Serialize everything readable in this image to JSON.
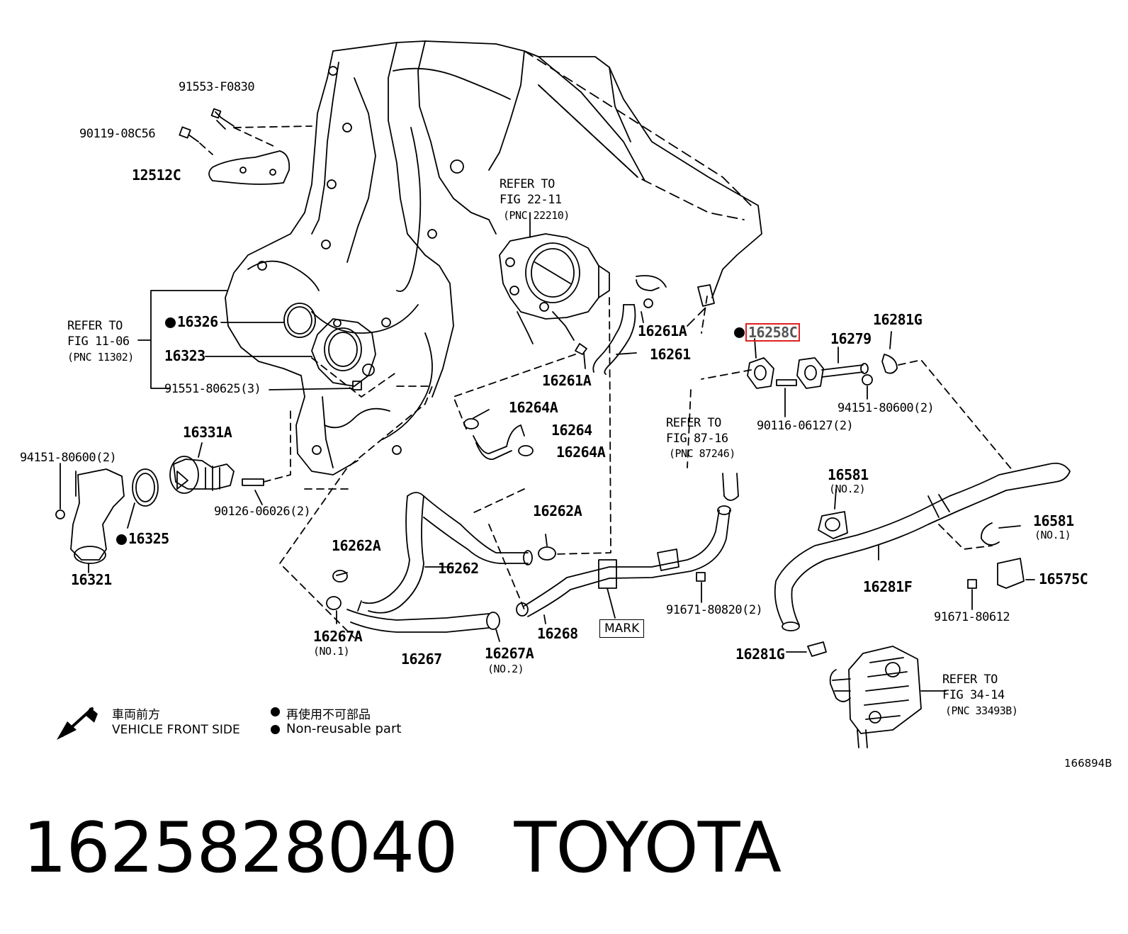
{
  "parts": {
    "p91553": "91553-F0830",
    "p90119": "90119-08C56",
    "p12512C": "12512C",
    "p16326": "16326",
    "p16323": "16323",
    "p91551": "91551-80625(3)",
    "p16331A": "16331A",
    "p94151_left": "94151-80600(2)",
    "p16325": "16325",
    "p16321": "16321",
    "p90126": "90126-06026(2)",
    "p16261A_top": "16261A",
    "p16261": "16261",
    "p16261A_bottom": "16261A",
    "p16264A_top": "16264A",
    "p16264": "16264",
    "p16264A_bottom": "16264A",
    "p16262A_right": "16262A",
    "p16262A_left": "16262A",
    "p16262": "16262",
    "p16267A_no1": "16267A",
    "p16267A_no1_sub": "(NO.1)",
    "p16267": "16267",
    "p16267A_no2": "16267A",
    "p16267A_no2_sub": "(NO.2)",
    "p16268": "16268",
    "p16258": "16258C",
    "p16279": "16279",
    "p16281G_top": "16281G",
    "p94151_right": "94151-80600(2)",
    "p90116": "90116-06127(2)",
    "p16581_no2": "16581",
    "p16581_no2_sub": "(NO.2)",
    "p16581_no1": "16581",
    "p16581_no1_sub": "(NO.1)",
    "p16281F": "16281F",
    "p16575C": "16575C",
    "p91671_right": "91671-80612",
    "p91671_mid": "91671-80820(2)",
    "p16281G_bottom": "16281G"
  },
  "refs": {
    "fig2211": [
      "REFER TO",
      "FIG 22-11",
      "(PNC 22210)"
    ],
    "fig1106": [
      "REFER TO",
      "FIG 11-06",
      "(PNC 11302)"
    ],
    "fig8716": [
      "REFER TO",
      "FIG 87-16",
      "(PNC 87246)"
    ],
    "fig3414": [
      "REFER TO",
      "FIG 34-14",
      "(PNC 33493B)"
    ]
  },
  "mark_label": "MARK",
  "legend": {
    "front_jp": "車両前方",
    "front_en": "VEHICLE FRONT SIDE",
    "nonreuse_jp": "再使用不可部品",
    "nonreuse_en": "Non-reusable part"
  },
  "figure_id": "166894B",
  "caption": {
    "part_number": "1625828040",
    "brand": "TOYOTA"
  },
  "highlight_color": "#e02020"
}
